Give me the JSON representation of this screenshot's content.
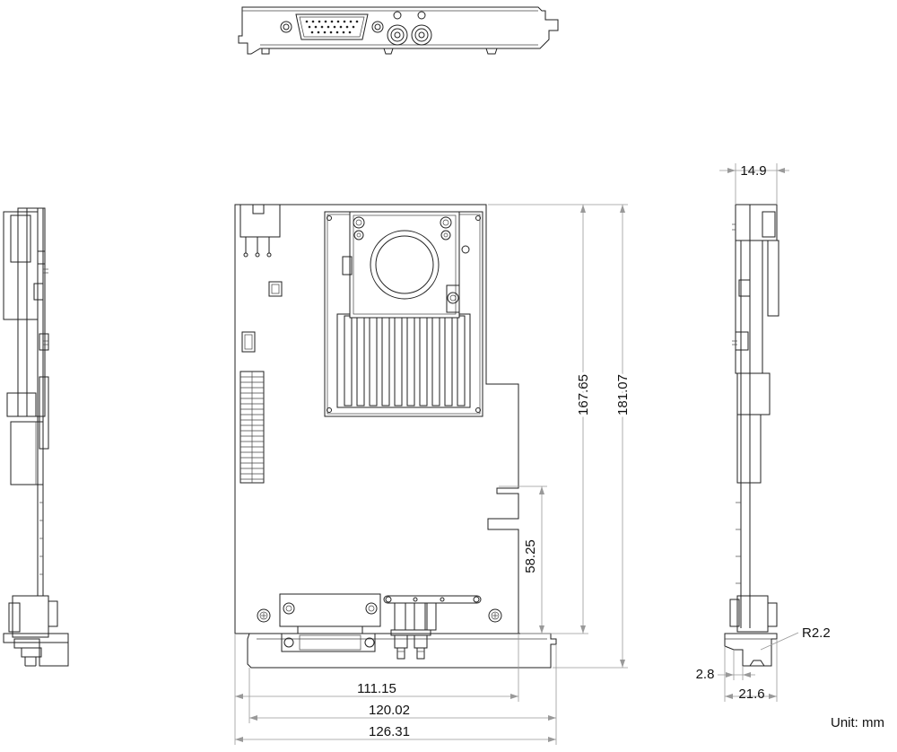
{
  "dimensions": {
    "height_board": "167.65",
    "height_overall": "181.07",
    "height_lower": "58.25",
    "width_board": "111.15",
    "width_bracket": "120.02",
    "width_overall": "126.31",
    "side_thickness": "14.9",
    "bracket_radius": "R2.2",
    "tab_offset": "2.8",
    "bracket_depth": "21.6"
  },
  "unit_label": "Unit: mm"
}
